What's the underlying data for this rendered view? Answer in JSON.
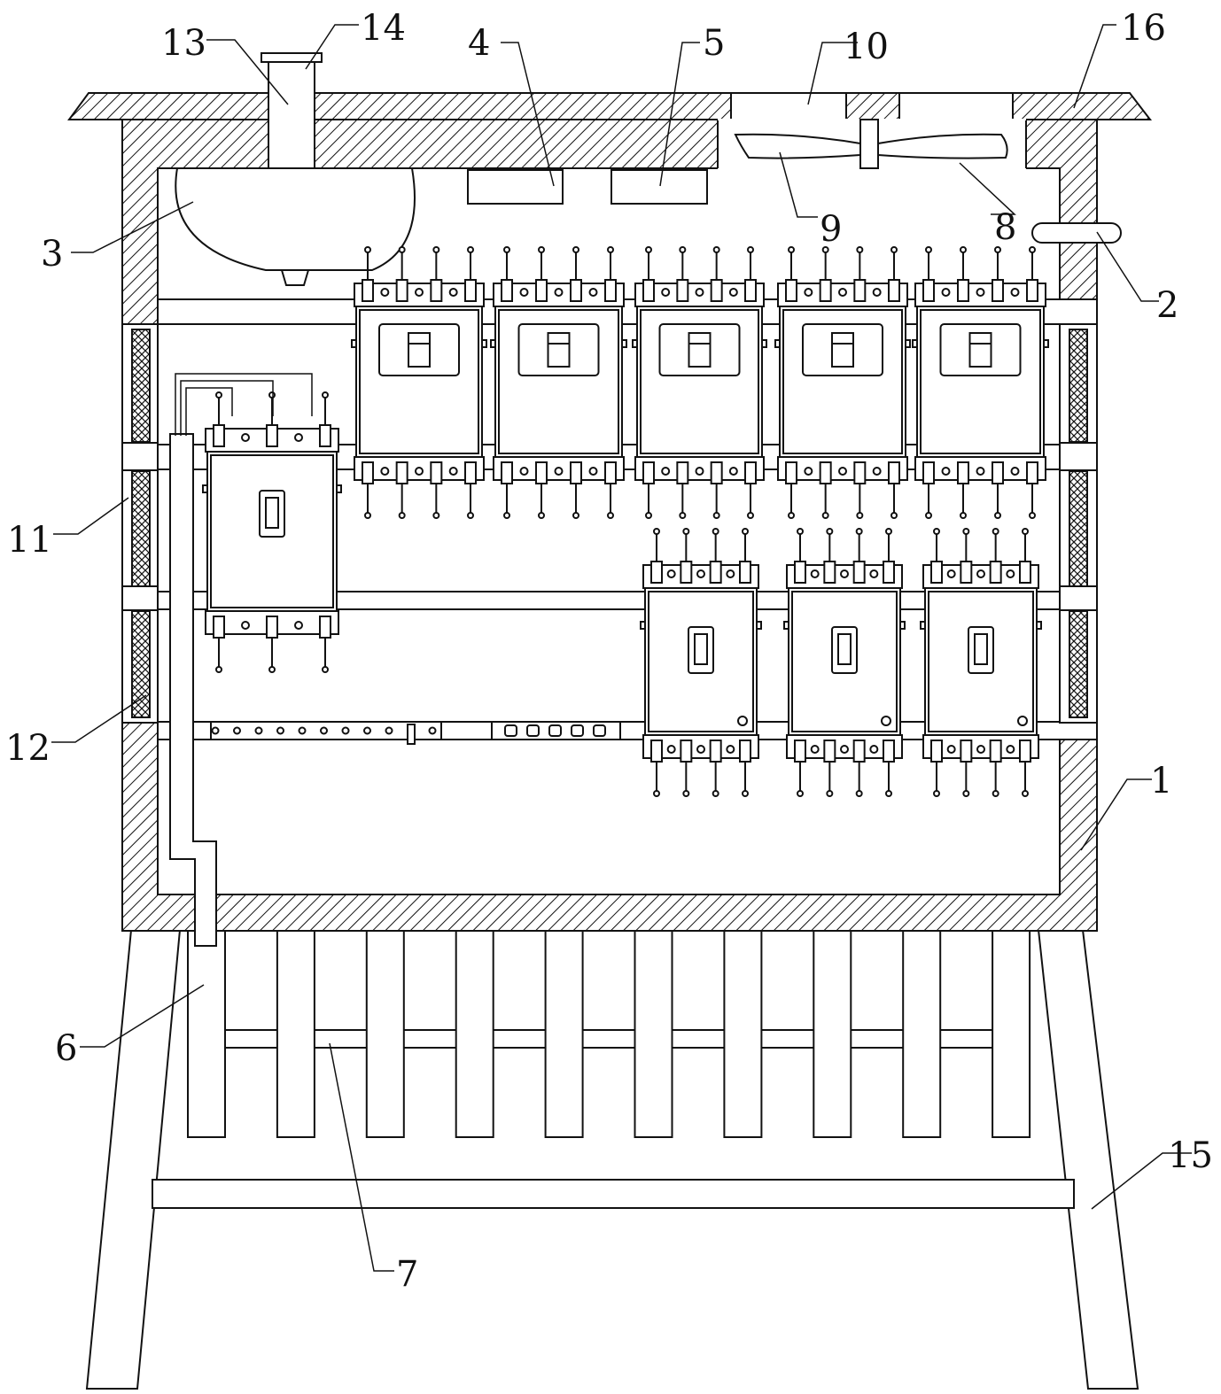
{
  "figure": {
    "labels": [
      {
        "id": "1",
        "text": "1"
      },
      {
        "id": "2",
        "text": "2"
      },
      {
        "id": "3",
        "text": "3"
      },
      {
        "id": "4",
        "text": "4"
      },
      {
        "id": "5",
        "text": "5"
      },
      {
        "id": "6",
        "text": "6"
      },
      {
        "id": "7",
        "text": "7"
      },
      {
        "id": "8",
        "text": "8"
      },
      {
        "id": "9",
        "text": "9"
      },
      {
        "id": "10",
        "text": "10"
      },
      {
        "id": "11",
        "text": "11"
      },
      {
        "id": "12",
        "text": "12"
      },
      {
        "id": "13",
        "text": "13"
      },
      {
        "id": "14",
        "text": "14"
      },
      {
        "id": "15",
        "text": "15"
      },
      {
        "id": "16",
        "text": "16"
      }
    ],
    "counts": {
      "top_breakers": 5,
      "middle_breakers": 3,
      "left_breakers": 1,
      "drain_pipes": 10
    }
  }
}
